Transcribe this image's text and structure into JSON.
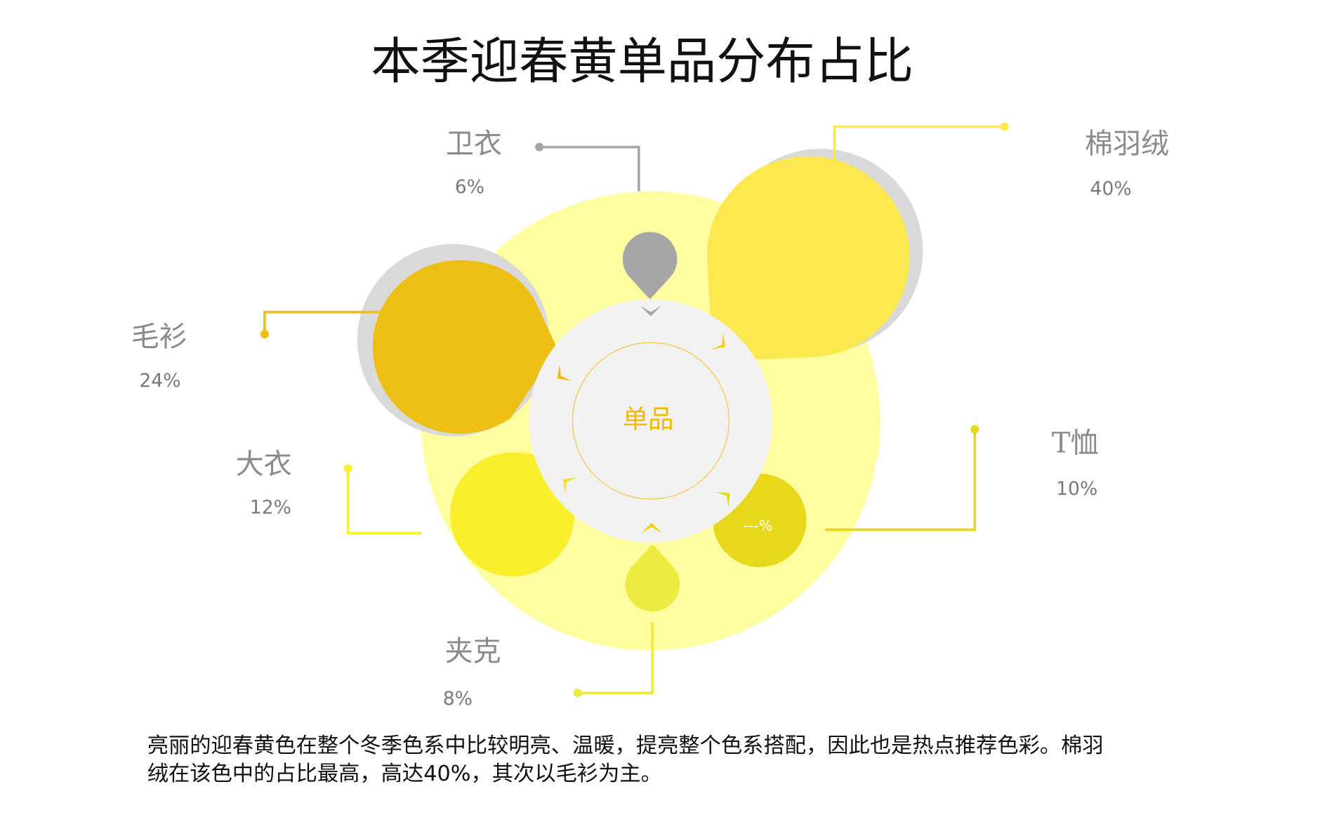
{
  "chart_data": {
    "type": "pie",
    "title": "本季迎春黄单品分布占比",
    "center_label": "单品",
    "categories": [
      "卫衣",
      "棉羽绒",
      "毛衫",
      "大衣",
      "T恤",
      "夹克"
    ],
    "values": [
      6,
      40,
      24,
      12,
      10,
      8
    ],
    "value_labels": [
      "6%",
      "40%",
      "24%",
      "12%",
      "10%",
      "8%"
    ],
    "colors": [
      "#A6A6A6",
      "#FCE84F",
      "#EDBE14",
      "#F9EF2C",
      "#E6D81B",
      "#EDEB40"
    ],
    "inner_annotation": "---%",
    "description": [
      "亮丽的迎春黄色在整个冬季色系中比较明亮、温暖，提亮整个色系搭配，因此也是热点推荐色彩。棉羽",
      "绒在该色中的占比最高，高达40%，其次以毛衫为主。"
    ]
  }
}
